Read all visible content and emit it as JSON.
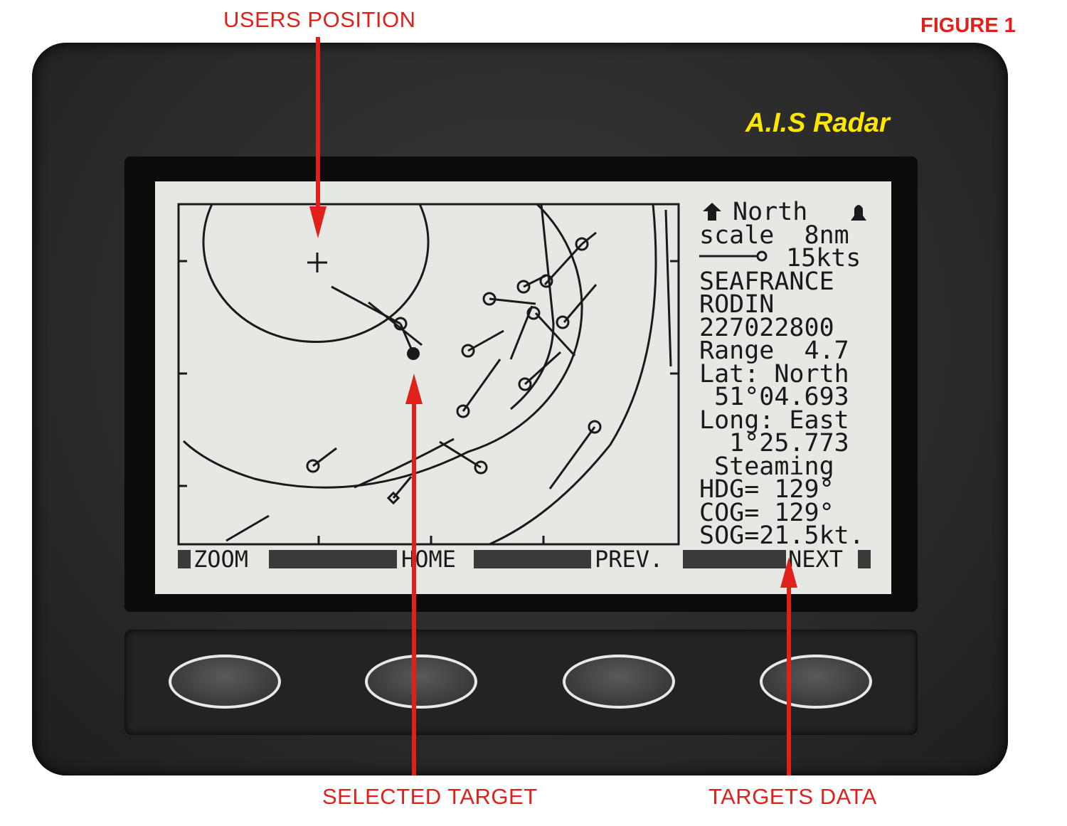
{
  "figure_label": "FIGURE 1",
  "brand": "A.I.S Radar",
  "callouts": {
    "users_position": "USERS POSITION",
    "selected_target": "SELECTED TARGET",
    "targets_data": "TARGETS DATA"
  },
  "info_panel": {
    "orientation": "North",
    "scale": "scale  8nm",
    "speed_scale": "15kts",
    "vessel_name_1": "SEAFRANCE",
    "vessel_name_2": "RODIN",
    "mmsi": "227022800",
    "range": "Range  4.7",
    "lat_label": "Lat: North",
    "lat_value": " 51°04.693",
    "long_label": "Long: East",
    "long_value": "  1°25.773",
    "status": " Steaming",
    "hdg": "HDG= 129°",
    "cog": "COG= 129°",
    "sog": "SOG=21.5kt."
  },
  "softkeys": {
    "zoom": "ZOOM",
    "home": "HOME",
    "prev": "PREV.",
    "next": "NEXT"
  },
  "icons": [
    "north-arrow-icon",
    "alarm-bell-icon",
    "own-ship-cross-icon"
  ],
  "colors": {
    "callout": "#e0201b",
    "brand": "#ffe600",
    "lcd_bg": "#e6e8e3",
    "housing": "#2a2a2a"
  }
}
